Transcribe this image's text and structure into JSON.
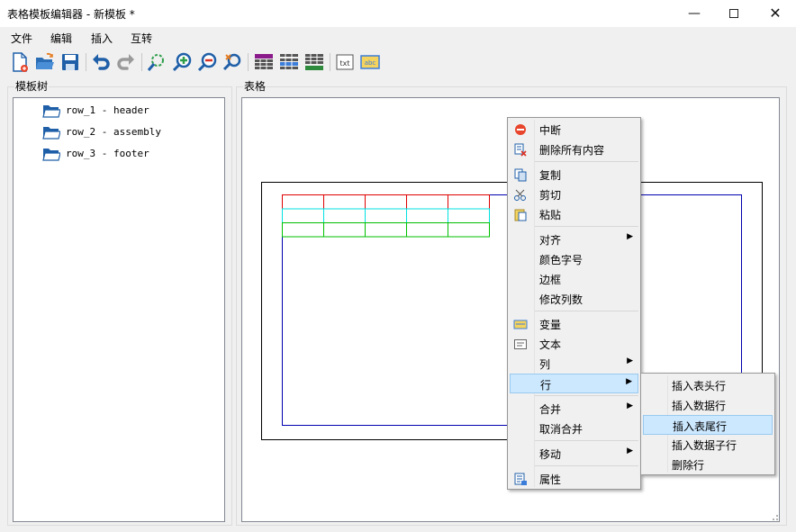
{
  "window": {
    "title": "表格模板编辑器 - 新模板 *",
    "min_glyph": "—",
    "close_glyph": "✕"
  },
  "menubar": {
    "items": [
      "文件",
      "编辑",
      "插入",
      "互转"
    ]
  },
  "toolbar": {
    "icons": [
      "new-file-icon",
      "open-folder-icon",
      "save-icon",
      "undo-icon",
      "redo-icon",
      "zoom-fit-icon",
      "zoom-in-icon",
      "zoom-out-icon",
      "zoom-reset-icon",
      "table-header-icon",
      "table-data-icon",
      "table-footer-icon",
      "text-icon",
      "variable-icon"
    ],
    "text_glyph": "txt",
    "variable_glyph": "abc"
  },
  "template_tree": {
    "label": "模板树",
    "items": [
      {
        "label": "row_1 - header"
      },
      {
        "label": "row_2 - assembly"
      },
      {
        "label": "row_3 - footer"
      }
    ]
  },
  "table_panel": {
    "label": "表格",
    "grid_columns": 5,
    "row_colors": [
      "#e00000",
      "#00e0e0",
      "#00c000"
    ],
    "frame_color": "#000000",
    "inner_color": "#0000b0"
  },
  "context_menu": {
    "items": [
      {
        "label": "中断",
        "icon": "stop-icon"
      },
      {
        "label": "删除所有内容",
        "icon": "delete-all-icon"
      },
      {
        "label": "复制",
        "icon": "copy-icon"
      },
      {
        "label": "剪切",
        "icon": "cut-icon"
      },
      {
        "label": "粘贴",
        "icon": "paste-icon"
      },
      {
        "label": "对齐",
        "submenu": true
      },
      {
        "label": "颜色字号"
      },
      {
        "label": "边框"
      },
      {
        "label": "修改列数"
      },
      {
        "label": "变量",
        "icon": "variable-icon"
      },
      {
        "label": "文本",
        "icon": "text-icon"
      },
      {
        "label": "列",
        "submenu": true
      },
      {
        "label": "行",
        "submenu": true,
        "highlighted": true
      },
      {
        "label": "合并",
        "submenu": true
      },
      {
        "label": "取消合并"
      },
      {
        "label": "移动",
        "submenu": true
      },
      {
        "label": "属性",
        "icon": "properties-icon"
      }
    ]
  },
  "row_submenu": {
    "items": [
      {
        "label": "插入表头行"
      },
      {
        "label": "插入数据行"
      },
      {
        "label": "插入表尾行",
        "highlighted": true
      },
      {
        "label": "插入数据子行"
      },
      {
        "label": "删除行"
      }
    ]
  },
  "accent_color": "#cce8ff"
}
